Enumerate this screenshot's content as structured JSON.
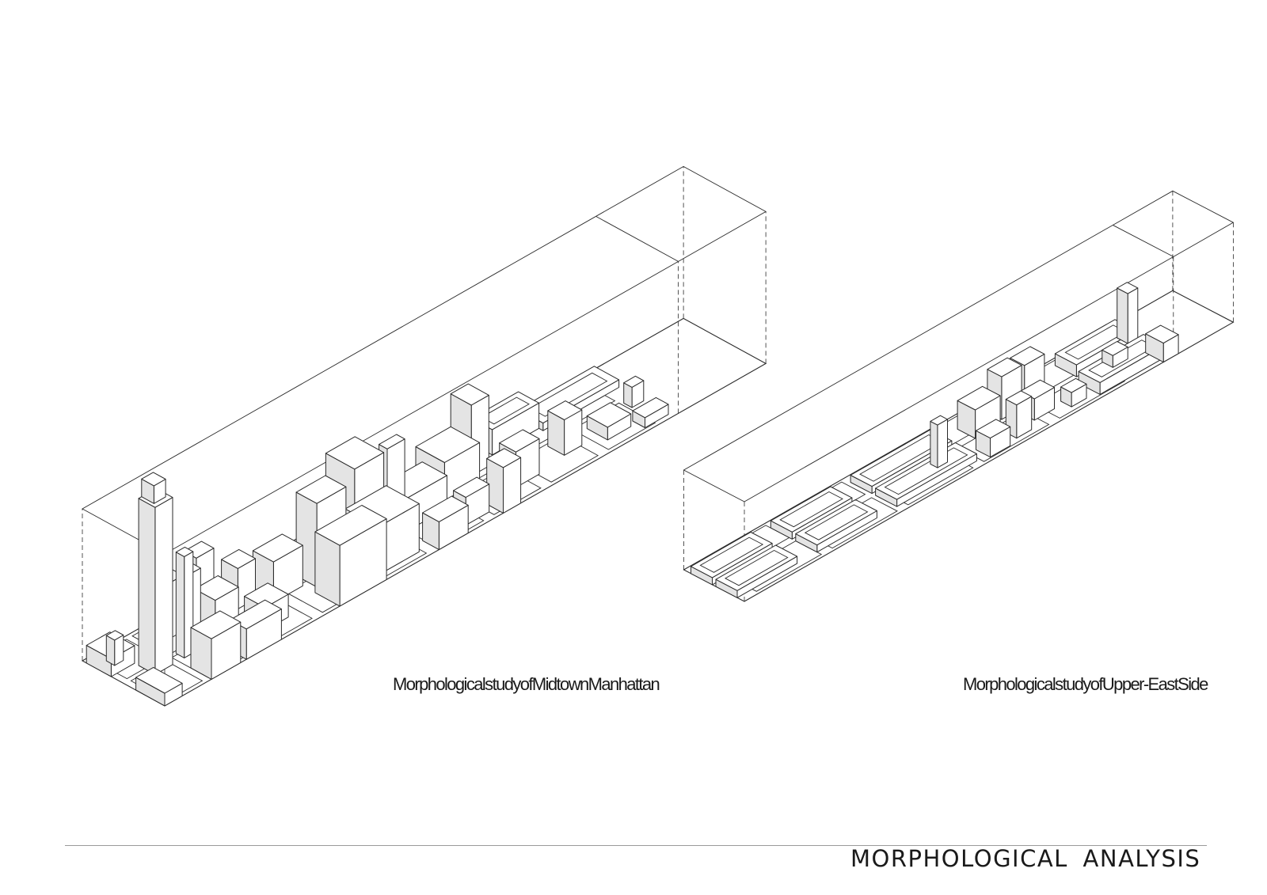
{
  "diagrams": [
    {
      "caption": "MorphologicalstudyofMidtownManhattan"
    },
    {
      "caption": "MorphologicalstudyofUpper-EastSide"
    }
  ],
  "footer": {
    "title": "MORPHOLOGICAL  ANALYSIS"
  },
  "colors": {
    "line": "#2a2a2a",
    "left_face": "#e4e4e4",
    "right_face": "#ffffff",
    "top_face": "#ffffff",
    "rule": "#9a9a9a"
  }
}
